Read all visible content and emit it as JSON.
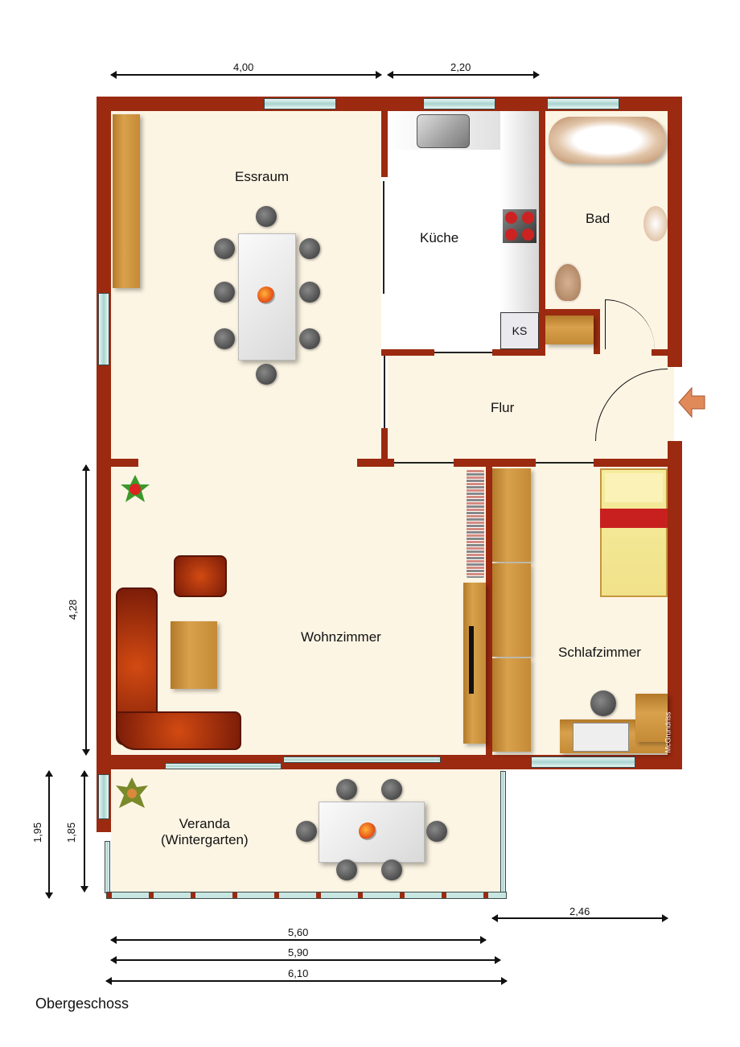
{
  "plan": {
    "title": "Obergeschoss",
    "watermark": "McGrundriss",
    "colors": {
      "wall": "#9b2a10",
      "floor": "#fdf5e4",
      "window": "#a9d3cf",
      "wood": "#c48a36",
      "entrance_arrow": "#e08a5a"
    }
  },
  "rooms": {
    "essraum": "Essraum",
    "kueche": "Küche",
    "bad": "Bad",
    "flur": "Flur",
    "wohnzimmer": "Wohnzimmer",
    "schlafzimmer": "Schlafzimmer",
    "veranda_line1": "Veranda",
    "veranda_line2": "(Wintergarten)"
  },
  "fixtures": {
    "fridge_label": "KS"
  },
  "dimensions": {
    "top_left": "4,00",
    "top_right": "2,20",
    "left_wohnzimmer": "4,28",
    "left_veranda_outer": "1,95",
    "left_veranda_inner": "1,85",
    "right_bottom": "2,46",
    "bottom_1": "5,60",
    "bottom_2": "5,90",
    "bottom_3": "6,10"
  },
  "icons": [
    "entrance-arrow-icon",
    "plant-icon",
    "sink-icon",
    "stove-icon",
    "bathtub-icon",
    "toilet-icon",
    "washbasin-icon",
    "bed-icon",
    "fruit-bowl-icon"
  ]
}
